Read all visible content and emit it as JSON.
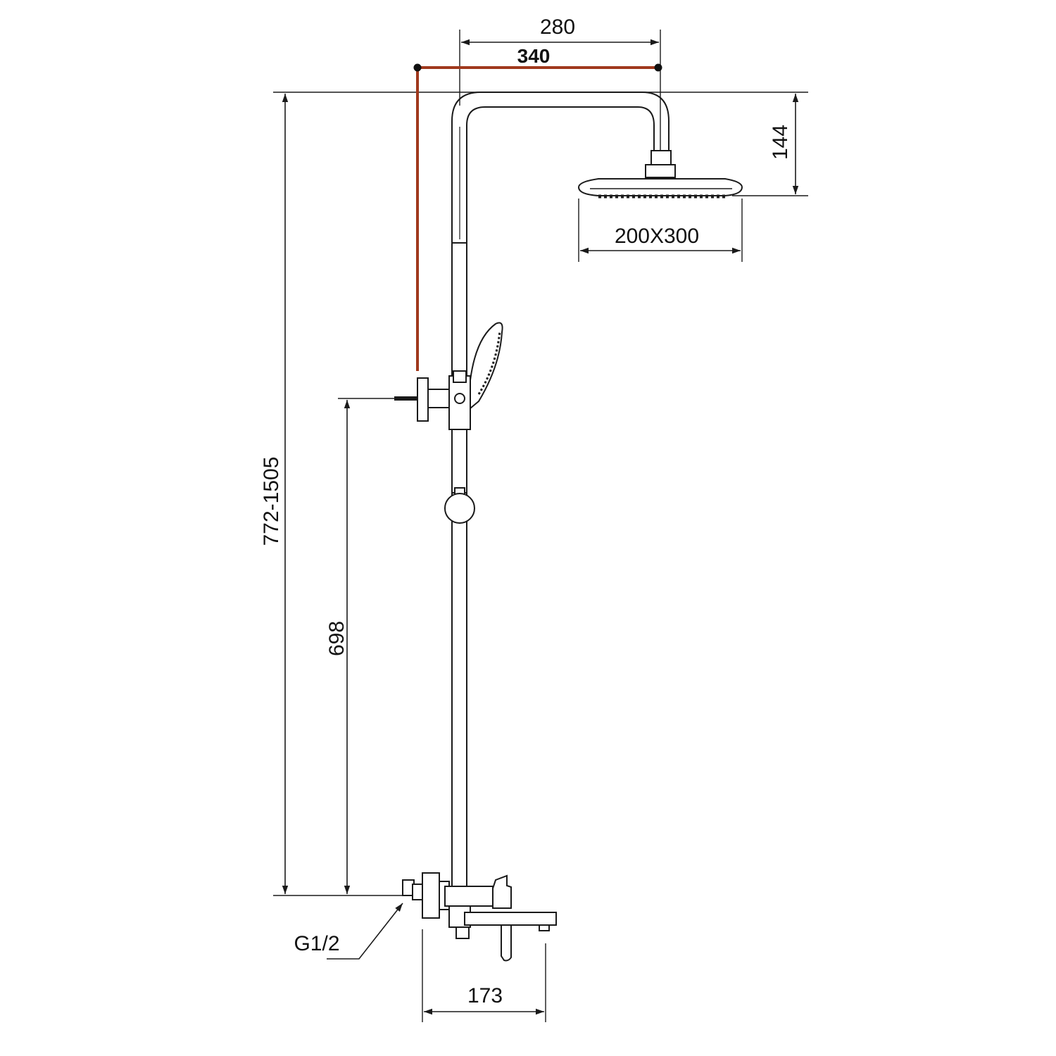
{
  "dimensions": {
    "top_width": "280",
    "arm_reach": "340",
    "head_drop": "144",
    "head_size": "200X300",
    "total_height": "772-1505",
    "holder_height": "698",
    "inlet_thread": "G1/2",
    "spout_reach": "173"
  },
  "colors": {
    "line": "#1a1a1a",
    "highlight": "#a0391d",
    "background": "#ffffff"
  }
}
